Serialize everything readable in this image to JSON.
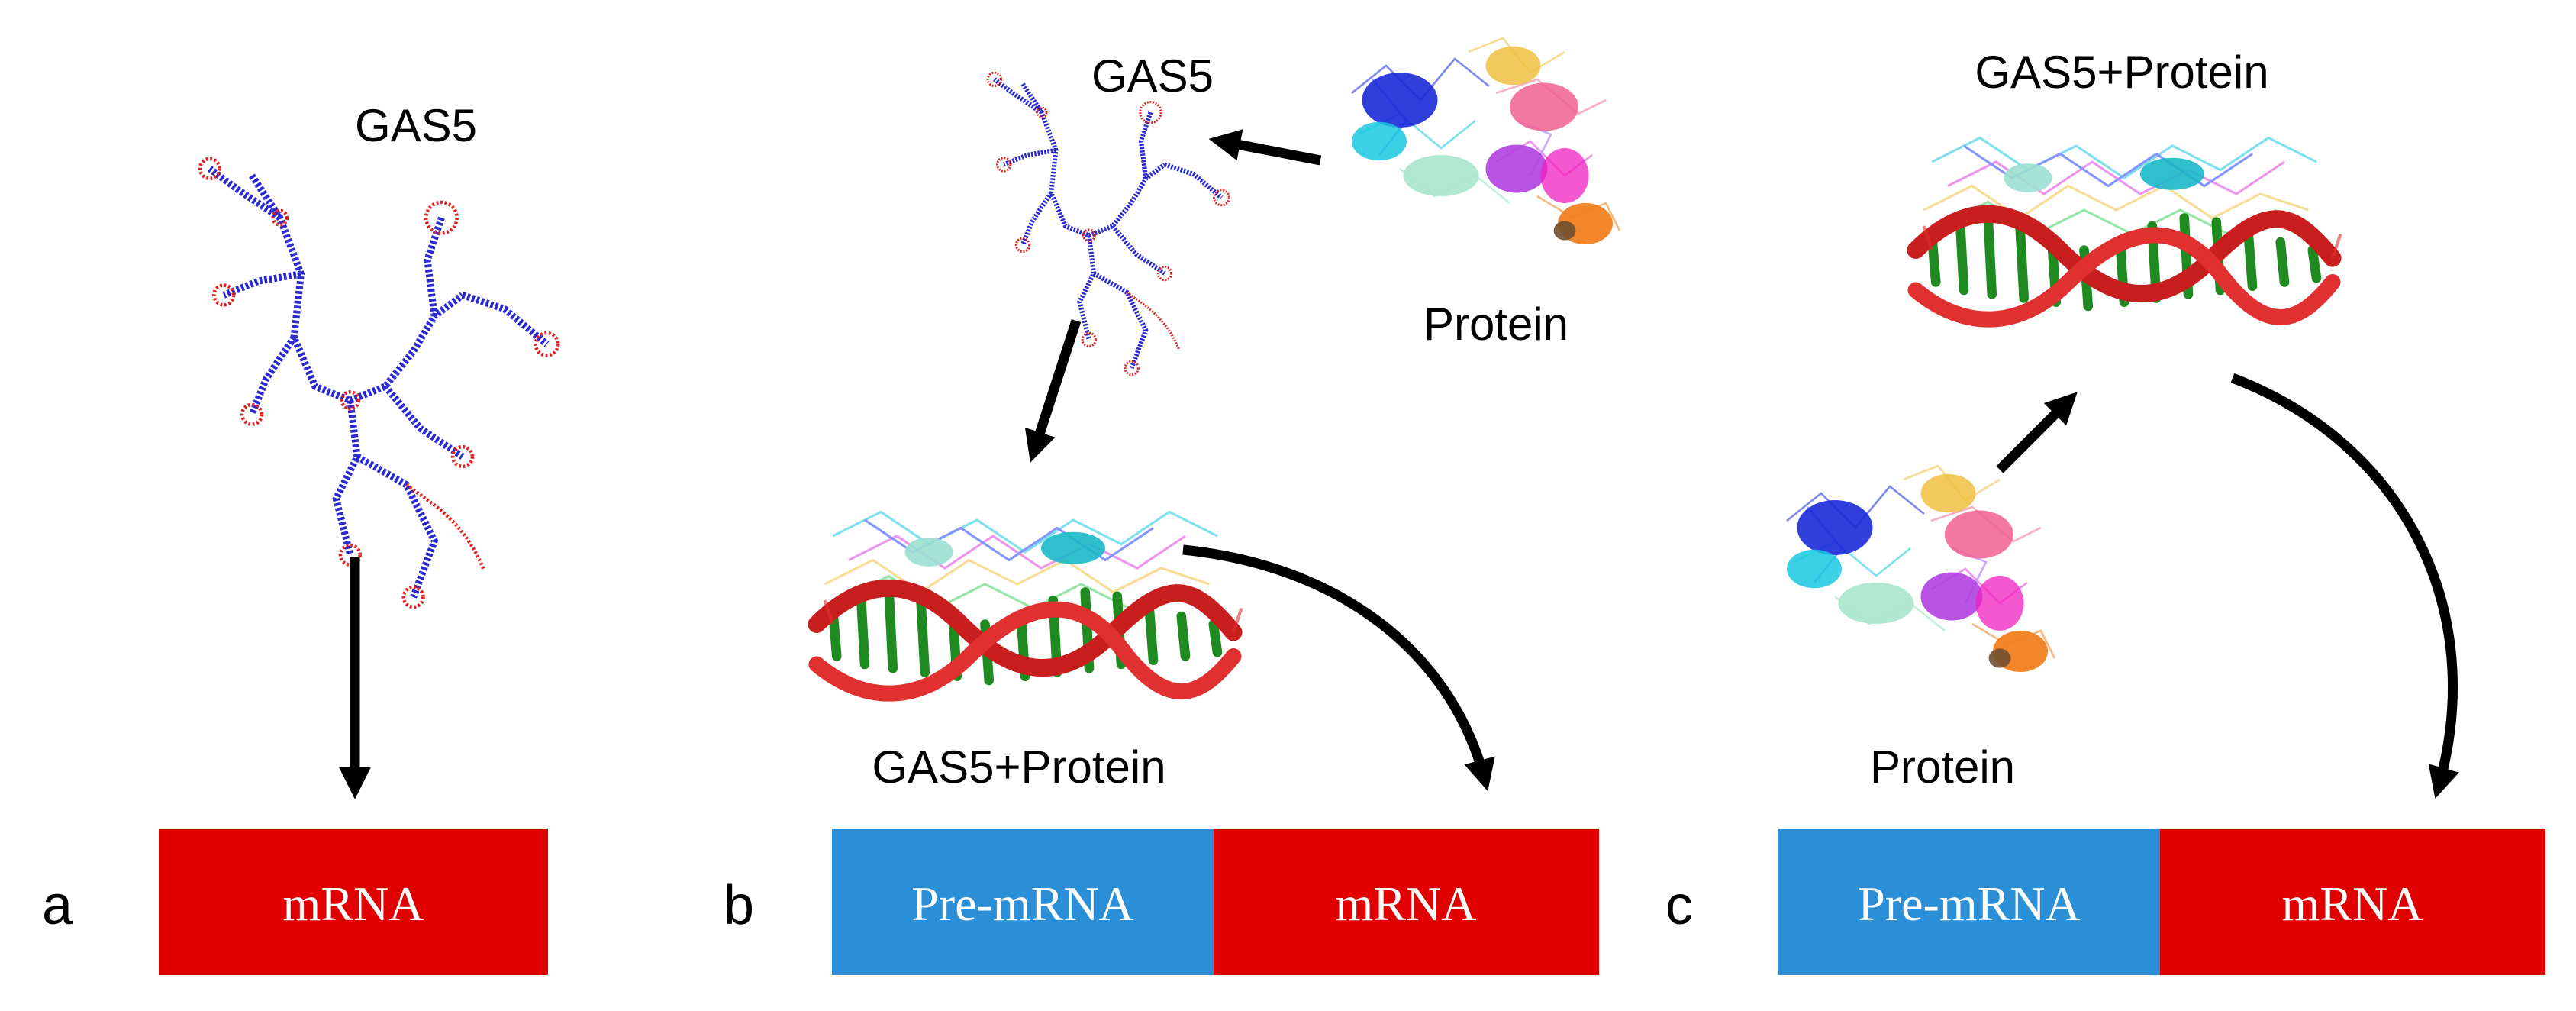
{
  "panels": [
    {
      "letter": "a",
      "rna_label": "GAS5",
      "bar": [
        {
          "text": "mRNA",
          "color": "#e00000"
        }
      ]
    },
    {
      "letter": "b",
      "rna_label": "GAS5",
      "protein_label": "Protein",
      "complex_label": "GAS5+Protein",
      "bar": [
        {
          "text": "Pre-mRNA",
          "color": "#2a8fd6"
        },
        {
          "text": "mRNA",
          "color": "#e00000"
        }
      ]
    },
    {
      "letter": "c",
      "protein_label": "Protein",
      "complex_label": "GAS5+Protein",
      "bar": [
        {
          "text": "Pre-mRNA",
          "color": "#2a8fd6"
        },
        {
          "text": "mRNA",
          "color": "#e00000"
        }
      ]
    }
  ],
  "colors": {
    "rna_backbone": "#2a2ad0",
    "rna_loop": "#e02020",
    "helix": "#cc2020",
    "base_pairs": "#1f8a1f",
    "arrow": "#000000"
  }
}
